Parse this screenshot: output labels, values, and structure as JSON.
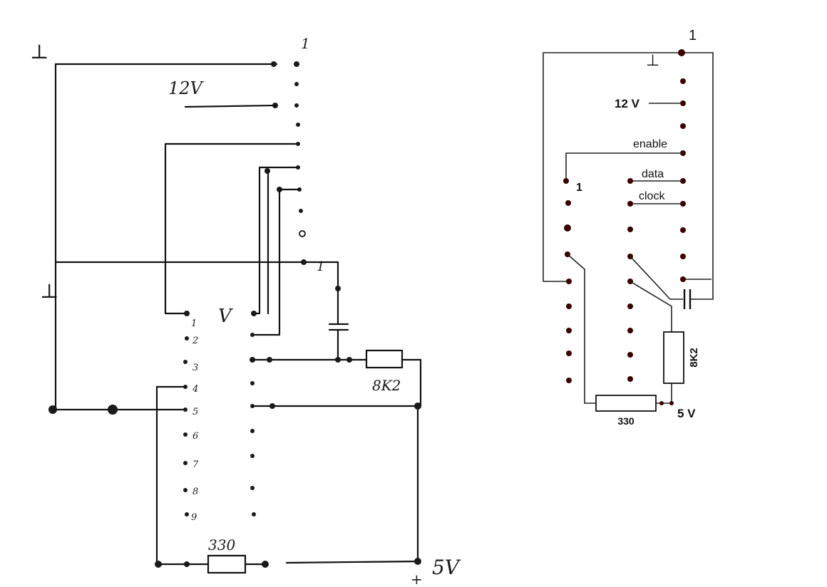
{
  "left_schematic": {
    "ground_top": "⊥",
    "ground_mid": "⊥",
    "pin1_top": "1",
    "label_12v": "12V",
    "pin1_mid": "1",
    "chip_letter": "V",
    "chip_pins": [
      "1",
      "2",
      "3",
      "4",
      "5",
      "6",
      "7",
      "8",
      "9"
    ],
    "resistor_top": "8K2",
    "resistor_bottom": "330",
    "supply_plus": "+",
    "supply_label": "5V"
  },
  "right_schematic": {
    "pin1_top": "1",
    "ground": "⊥",
    "label_12v": "12 V",
    "enable": "enable",
    "data": "data",
    "clock": "clock",
    "pin1_left": "1",
    "resistor_8k2": "8K2",
    "resistor_330": "330",
    "supply_label": "5 V"
  },
  "colors": {
    "ink": "#111111",
    "pad": "#1a1a1a",
    "pad_right": "#3a0000",
    "background": "#ffffff"
  }
}
